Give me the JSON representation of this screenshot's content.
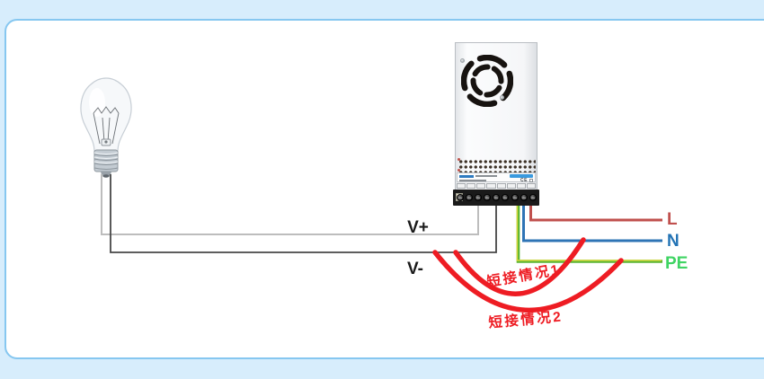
{
  "diagram": {
    "labels": {
      "v_plus": "V+",
      "v_minus": "V-",
      "line": "L",
      "neutral": "N",
      "protective_earth": "PE",
      "short_case_1": "短接情况1",
      "short_case_2": "短接情况2"
    },
    "psu": {
      "ce_mark": "CE"
    },
    "colors": {
      "background": "#d7edfc",
      "panel_border": "#86c7f0",
      "wire_v_plus": "#bdbdbd",
      "wire_v_minus": "#474747",
      "wire_l": "#c0504d",
      "wire_n": "#2e74b5",
      "wire_pe_green": "#58b431",
      "wire_pe_yellow": "#d8d83a",
      "label_dark": "#1a1a1a",
      "label_l": "#c0504d",
      "label_n": "#2373b5",
      "label_pe": "#3fd463",
      "annotation_red": "#ee1c23"
    }
  }
}
